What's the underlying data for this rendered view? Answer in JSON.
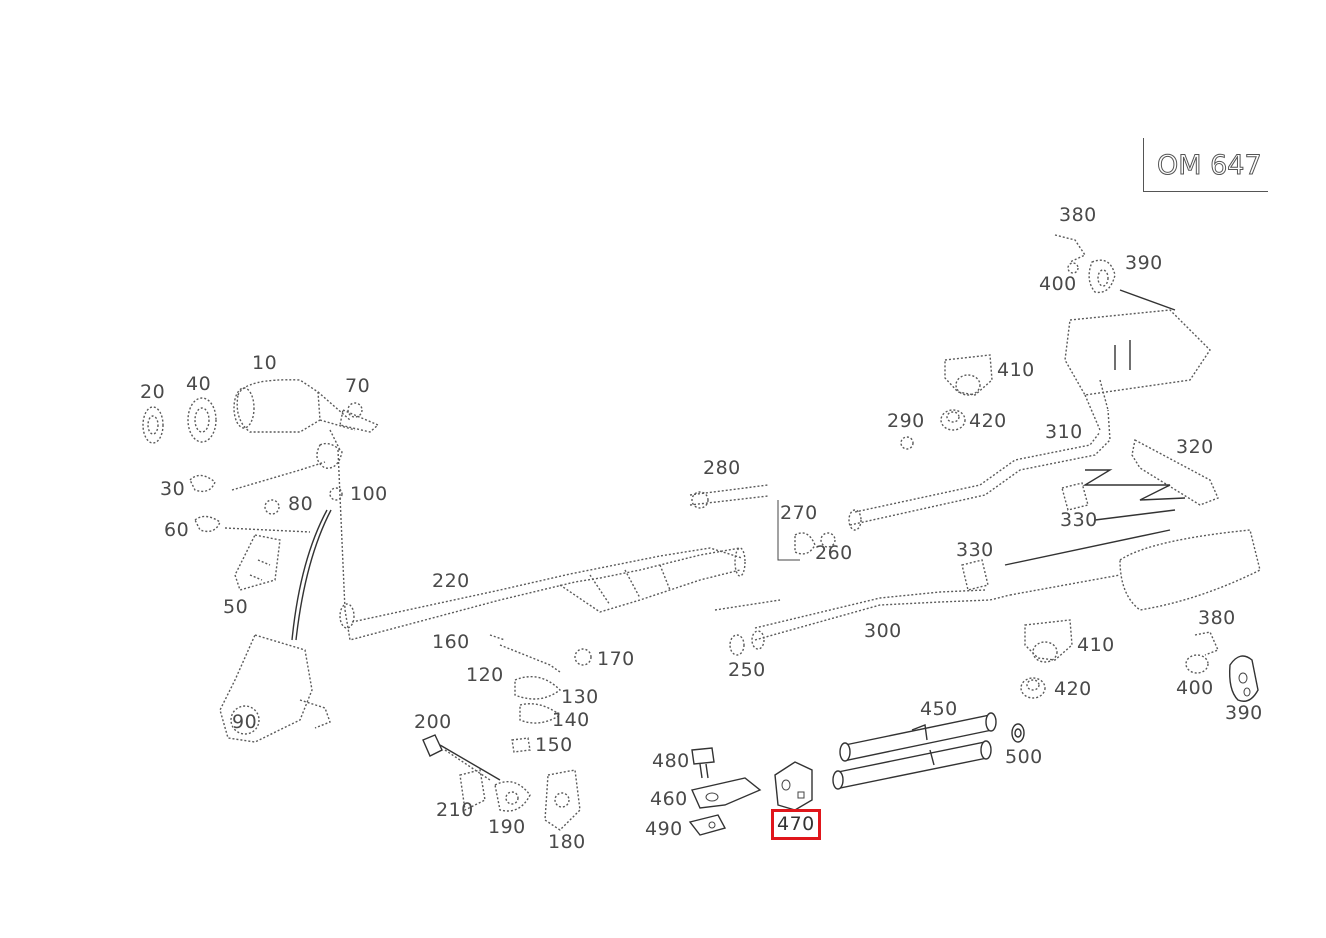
{
  "model": {
    "code": "OM 647"
  },
  "highlight": "470",
  "labels": {
    "l10": "10",
    "l20": "20",
    "l30": "30",
    "l40": "40",
    "l50": "50",
    "l60": "60",
    "l70": "70",
    "l80": "80",
    "l90": "90",
    "l100": "100",
    "l120": "120",
    "l130": "130",
    "l140": "140",
    "l150": "150",
    "l160": "160",
    "l170": "170",
    "l180": "180",
    "l190": "190",
    "l200": "200",
    "l210": "210",
    "l220": "220",
    "l250": "250",
    "l260": "260",
    "l270": "270",
    "l280": "280",
    "l290": "290",
    "l300": "300",
    "l310": "310",
    "l320": "320",
    "l330a": "330",
    "l330b": "330",
    "l380a": "380",
    "l380b": "380",
    "l390a": "390",
    "l390b": "390",
    "l400a": "400",
    "l400b": "400",
    "l410a": "410",
    "l410b": "410",
    "l420a": "420",
    "l420b": "420",
    "l450": "450",
    "l460": "460",
    "l470": "470",
    "l480": "480",
    "l490": "490",
    "l500": "500"
  }
}
